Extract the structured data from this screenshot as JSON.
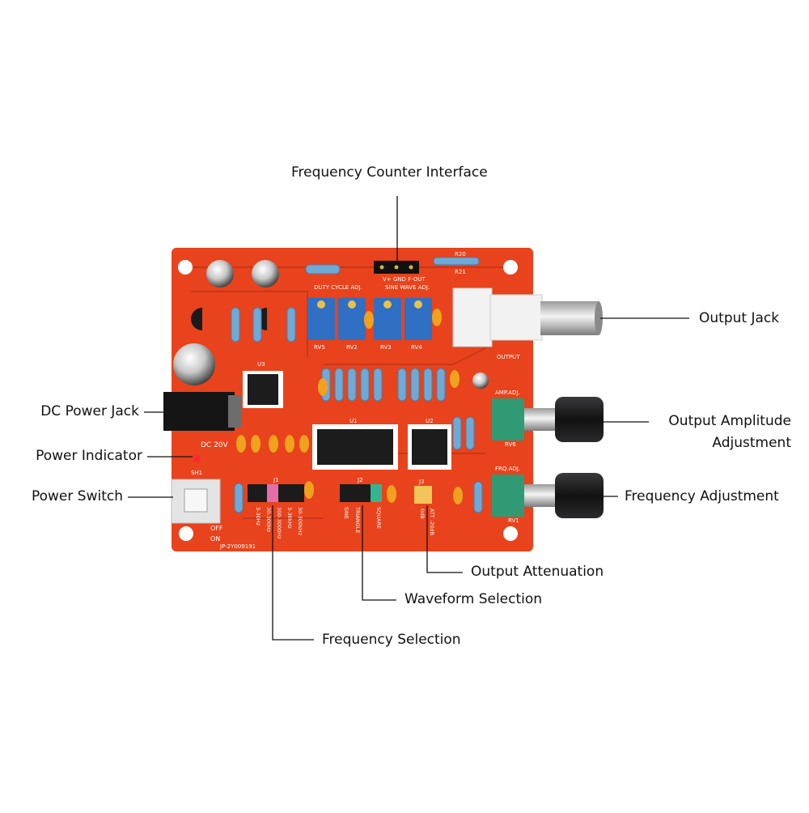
{
  "callouts": {
    "freq_counter": "Frequency Counter Interface",
    "output_jack": "Output Jack",
    "dc_jack": "DC Power Jack",
    "power_indicator": "Power Indicator",
    "power_switch": "Power Switch",
    "amp_line1": "Output Amplitude",
    "amp_line2": "Adjustment",
    "freq_adj": "Frequency Adjustment",
    "attenuation": "Output Attenuation",
    "waveform": "Waveform Selection",
    "freq_sel": "Frequency Selection"
  },
  "board": {
    "header_pins": "V+  GND  F-OUT",
    "duty": "DUTY CYCLE ADJ.",
    "sine_adj": "SINE WAVE ADJ.",
    "output": "OUTPUT",
    "amp_adj": "AMP.ADJ.",
    "frq_adj": "FRQ.ADJ.",
    "dc20v": "DC 20V",
    "off": "OFF",
    "on": "ON",
    "model": "JP-2Y009191",
    "sh1": "SH1",
    "u1": "U1",
    "u2": "U2",
    "u3": "U3",
    "rv5": "RV5",
    "rv2": "RV2",
    "rv3": "RV3",
    "rv4": "RV4",
    "rv6": "RV6",
    "rv1": "RV1",
    "j1": "J1",
    "j2": "J2",
    "j3": "J3",
    "r20": "R20",
    "r21": "R21",
    "range1": "3-30Hz",
    "range2": "30-300Hz",
    "range3": "300-3000Hz",
    "range4": "3-30kHz",
    "range5": "30-300kHz",
    "wave1": "SINE",
    "wave2": "TRIANGLE",
    "wave3": "SQUARE",
    "att1": "0dB",
    "att2": "ATT -20dB"
  },
  "colors": {
    "pcb": "#e8431c",
    "pcb_dark": "#c9361a",
    "trimpot": "#2f6fc4",
    "knob": "#1d1d1f",
    "bnc_white": "#f2f2f2",
    "cap_yellow": "#f0a21e",
    "resistor_blue": "#6fa9d6"
  }
}
